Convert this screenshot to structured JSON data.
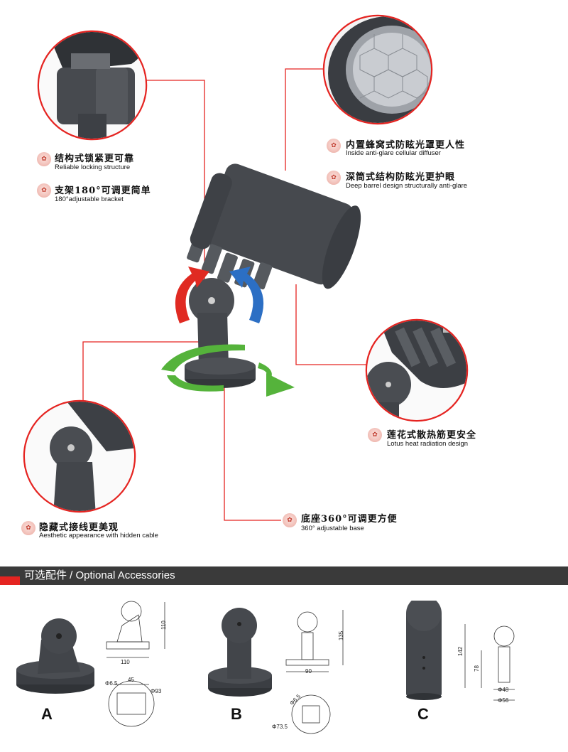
{
  "features": [
    {
      "cn": "结构式锁紧更可靠",
      "en": "Reliable locking structure"
    },
    {
      "cn": "支架180°可调更简单",
      "en": "180°adjustable bracket"
    },
    {
      "cn": "内置蜂窝式防眩光罩更人性",
      "en": "Inside anti-glare cellular diffuser"
    },
    {
      "cn": "深筒式结构防眩光更护眼",
      "en": "Deep barrel design structurally anti-glare"
    },
    {
      "cn": "莲花式散热筋更安全",
      "en": "Lotus heat radiation design"
    },
    {
      "cn": "隐藏式接线更美观",
      "en": "Aesthetic appearance with hidden cable"
    },
    {
      "cn": "底座360°可调更方便",
      "en": "360° adjustable base"
    }
  ],
  "logo_glyph": "✿",
  "accessories_title": "可选配件 / Optional Accessories",
  "accessories": [
    {
      "letter": "A",
      "dims": {
        "height": "110",
        "width": "110",
        "d1": "Φ6.5",
        "d2": "45",
        "d3": "Φ93"
      }
    },
    {
      "letter": "B",
      "dims": {
        "height": "135",
        "width": "90",
        "d1": "Φ6.5",
        "d2": "Φ73.5"
      }
    },
    {
      "letter": "C",
      "dims": {
        "height": "142",
        "mid": "78",
        "d1": "Φ48",
        "d2": "Φ56"
      }
    }
  ],
  "colors": {
    "accent_red": "#e52421",
    "body_gray": "#4a4d52",
    "arrow_red": "#e02a22",
    "arrow_blue": "#2c6fc4",
    "arrow_green": "#55b33b"
  }
}
